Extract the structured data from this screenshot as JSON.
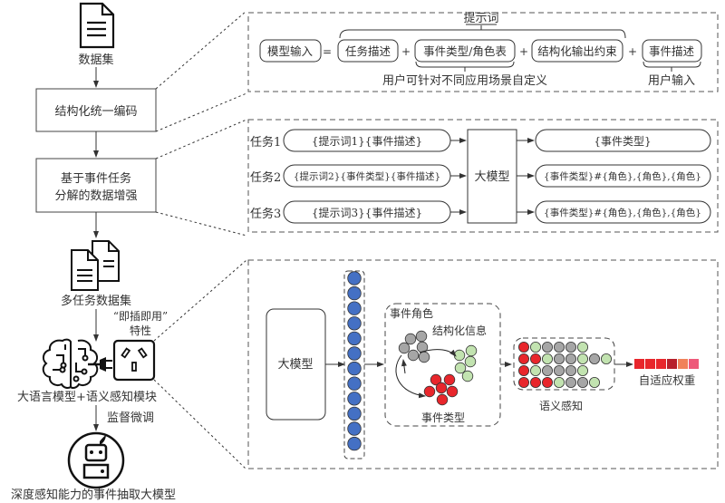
{
  "left_flow": {
    "dataset_label": "数据集",
    "step1": "结构化统一编码",
    "step2_line1": "基于事件任务",
    "step2_line2": "分解的数据增强",
    "multitask_label": "多任务数据集",
    "plug_label_line1": "“即插即用”",
    "plug_label_line2": "特性",
    "module_label": "大语言模型+语义感知模块",
    "finetune_label": "监督微调",
    "final_label": "深度感知能力的事件抽取大模型"
  },
  "panel1": {
    "prompt_label": "提示词",
    "model_input": "模型输入",
    "equals": "=",
    "plus": "+",
    "task_desc": "任务描述",
    "event_type_role": "事件类型/角色表",
    "structured_output": "结构化输出约束",
    "event_desc": "事件描述",
    "user_custom": "用户可针对不同应用场景自定义",
    "user_input": "用户输入"
  },
  "panel2": {
    "tasks": [
      {
        "label": "任务1",
        "input": "{提示词1}{事件描述}",
        "output": "{事件类型}"
      },
      {
        "label": "任务2",
        "input": "{提示词2}{事件类型}{事件描述}",
        "output": "{事件类型}#{角色},{角色},{角色}"
      },
      {
        "label": "任务3",
        "input": "{提示词3}{事件描述}",
        "output": "{事件类型}#{角色},{角色},{角色}"
      }
    ],
    "model_label": "大模型"
  },
  "panel3": {
    "model_label": "大模型",
    "event_role": "事件角色",
    "structured_info": "结构化信息",
    "event_type": "事件类型",
    "semantic_perception": "语义感知",
    "adaptive_weight": "自适应权重",
    "vector_count": 12,
    "grid_rows": [
      [
        "r",
        "g",
        "y",
        "y",
        "y",
        "g"
      ],
      [
        "r",
        "r",
        "g",
        "y",
        "y",
        "g",
        "y",
        "g"
      ],
      [
        "r",
        "g",
        "y",
        "y",
        "y",
        "g"
      ],
      [
        "r",
        "r",
        "r",
        "g",
        "y",
        "y",
        "g"
      ]
    ],
    "weight_colors": [
      "#e8262c",
      "#e8262c",
      "#e8262c",
      "#b71f2b",
      "#f0825a",
      "#ee5a7a"
    ],
    "colors": {
      "blue": "#4470c4",
      "gray": "#a6a6a6",
      "green": "#c2e3b0",
      "red": "#e8262c"
    }
  }
}
